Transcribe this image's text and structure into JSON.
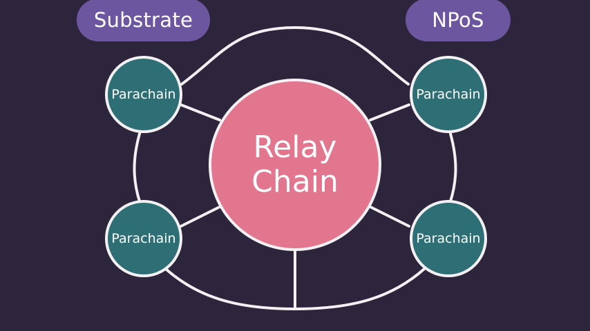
{
  "tags": {
    "left": "Substrate",
    "right": "NPoS"
  },
  "relay": {
    "line1": "Relay",
    "line2": "Chain"
  },
  "parachains": [
    "Parachain",
    "Parachain",
    "Parachain",
    "Parachain"
  ],
  "colors": {
    "background": "#2d253b",
    "pill": "#6c56a0",
    "parachain": "#2e6f76",
    "relay": "#e3768f",
    "line": "#f4f1f4"
  }
}
